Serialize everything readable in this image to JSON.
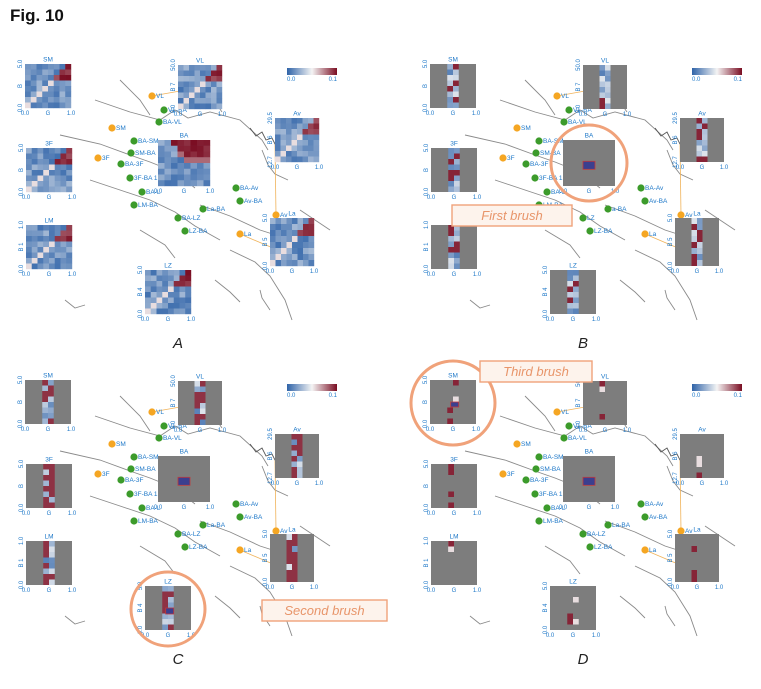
{
  "figure": {
    "title": "Fig. 10"
  },
  "legend": {
    "min": "0.0",
    "max": "0.1"
  },
  "axis": {
    "x_min": "0.0",
    "x_mid": "G",
    "x_max": "1.0"
  },
  "brushes": {
    "first": "First brush",
    "second": "Second brush",
    "third": "Third brush"
  },
  "panels": [
    {
      "id": "A",
      "label": "A",
      "matrices": [
        {
          "id": "SM",
          "label": "SM",
          "y": [
            "0.0",
            "B",
            "5.0"
          ]
        },
        {
          "id": "VL",
          "label": "VL",
          "y": [
            "0.0",
            "B 7",
            "50.0"
          ]
        },
        {
          "id": "3F",
          "label": "3F",
          "y": [
            "0.0",
            "B",
            "5.0"
          ]
        },
        {
          "id": "BA",
          "label": "BA",
          "y": [
            "",
            "",
            ""
          ]
        },
        {
          "id": "Av",
          "label": "Av",
          "y": [
            "12.7",
            "B 6",
            "29.5"
          ]
        },
        {
          "id": "La",
          "label": "La",
          "y": [
            "0.0",
            "B 5",
            "5.0"
          ]
        },
        {
          "id": "LM",
          "label": "LM",
          "y": [
            "0.0",
            "B 1",
            "1.0"
          ]
        },
        {
          "id": "LZ",
          "label": "LZ",
          "y": [
            "0.0",
            "B 4",
            "5.0"
          ]
        }
      ],
      "nodes": [
        {
          "id": "VL",
          "label": "VL"
        },
        {
          "id": "VL-BA",
          "label": "VL-BA"
        },
        {
          "id": "BA-VL",
          "label": "BA-VL"
        },
        {
          "id": "SM",
          "label": "SM"
        },
        {
          "id": "BA-SM",
          "label": "BA-SM"
        },
        {
          "id": "SM-BA",
          "label": "SM-BA"
        },
        {
          "id": "3F",
          "label": "3F"
        },
        {
          "id": "BA-3F",
          "label": "BA-3F"
        },
        {
          "id": "3F-BA",
          "label": "3F-BA 1"
        },
        {
          "id": "BA-LM",
          "label": "BA-L"
        },
        {
          "id": "LM-BA",
          "label": "LM-BA"
        },
        {
          "id": "BA-LZ",
          "label": "BA-LZ"
        },
        {
          "id": "LZ-BA",
          "label": "LZ-BA"
        },
        {
          "id": "La-BA",
          "label": "La-BA"
        },
        {
          "id": "La",
          "label": "La"
        },
        {
          "id": "BA-Av",
          "label": "BA-Av"
        },
        {
          "id": "Av-BA",
          "label": "Av-BA"
        },
        {
          "id": "Av",
          "label": "Av"
        }
      ]
    },
    {
      "id": "B",
      "label": "B",
      "matrices": [
        {
          "id": "SM",
          "label": "SM",
          "y": [
            "0.0",
            "B",
            "5.0"
          ]
        },
        {
          "id": "VL",
          "label": "VL",
          "y": [
            "0.0",
            "B 7",
            "50.0"
          ]
        },
        {
          "id": "3F",
          "label": "3F",
          "y": [
            "0.0",
            "B",
            "5.0"
          ]
        },
        {
          "id": "BA",
          "label": "BA",
          "y": [
            "",
            "",
            ""
          ]
        },
        {
          "id": "Av",
          "label": "Av",
          "y": [
            "12.7",
            "B 6",
            "29.5"
          ]
        },
        {
          "id": "La",
          "label": "La",
          "y": [
            "0.0",
            "B 5",
            "5.0"
          ]
        },
        {
          "id": "LM",
          "label": "",
          "y": [
            "0.0",
            "B 1",
            "1.0"
          ]
        },
        {
          "id": "LZ",
          "label": "LZ",
          "y": [
            "0.0",
            "B 4",
            "5.0"
          ]
        }
      ],
      "nodes": [
        {
          "id": "VL",
          "label": "VL"
        },
        {
          "id": "VL-BA",
          "label": "VL-BA"
        },
        {
          "id": "BA-VL",
          "label": "BA-VL"
        },
        {
          "id": "SM",
          "label": "SM"
        },
        {
          "id": "BA-SM",
          "label": "BA-SM"
        },
        {
          "id": "SM-BA",
          "label": "SM-BA"
        },
        {
          "id": "3F",
          "label": "3F"
        },
        {
          "id": "BA-3F",
          "label": "BA-3F"
        },
        {
          "id": "3F-BA",
          "label": "3F-BA 1"
        },
        {
          "id": "BA-LM",
          "label": "BA-L"
        },
        {
          "id": "LM-BA",
          "label": "LM-BA"
        },
        {
          "id": "BA-LZ",
          "label": "LZ"
        },
        {
          "id": "LZ-BA",
          "label": "LZ-BA"
        },
        {
          "id": "La-BA",
          "label": "a-BA"
        },
        {
          "id": "La",
          "label": "La"
        },
        {
          "id": "BA-Av",
          "label": "BA-Av"
        },
        {
          "id": "Av-BA",
          "label": "Av-BA"
        },
        {
          "id": "Av",
          "label": "Av"
        }
      ]
    },
    {
      "id": "C",
      "label": "C",
      "matrices": [
        {
          "id": "SM",
          "label": "SM",
          "y": [
            "0.0",
            "B",
            "5.0"
          ]
        },
        {
          "id": "VL",
          "label": "VL",
          "y": [
            "0.0",
            "B 7",
            "50.0"
          ]
        },
        {
          "id": "3F",
          "label": "3F",
          "y": [
            "0.0",
            "B",
            "5.0"
          ]
        },
        {
          "id": "BA",
          "label": "BA",
          "y": [
            "",
            "",
            ""
          ]
        },
        {
          "id": "Av",
          "label": "Av",
          "y": [
            "12.7",
            "B 6",
            "29.5"
          ]
        },
        {
          "id": "La",
          "label": "La",
          "y": [
            "0.0",
            "B 5",
            "5.0"
          ]
        },
        {
          "id": "LM",
          "label": "LM",
          "y": [
            "0.0",
            "B 1",
            "1.0"
          ]
        },
        {
          "id": "LZ",
          "label": "LZ",
          "y": [
            "0.0",
            "B 4",
            "5.0"
          ]
        }
      ],
      "nodes": [
        {
          "id": "VL",
          "label": "VL"
        },
        {
          "id": "VL-BA",
          "label": "VL-BA"
        },
        {
          "id": "BA-VL",
          "label": "BA-VL"
        },
        {
          "id": "SM",
          "label": "SM"
        },
        {
          "id": "BA-SM",
          "label": "BA-SM"
        },
        {
          "id": "SM-BA",
          "label": "SM-BA"
        },
        {
          "id": "3F",
          "label": "3F"
        },
        {
          "id": "BA-3F",
          "label": "BA-3F"
        },
        {
          "id": "3F-BA",
          "label": "3F-BA 1"
        },
        {
          "id": "BA-LM",
          "label": "BA-L"
        },
        {
          "id": "LM-BA",
          "label": "LM-BA"
        },
        {
          "id": "BA-LZ",
          "label": "BA-LZ"
        },
        {
          "id": "LZ-BA",
          "label": "LZ-BA"
        },
        {
          "id": "La-BA",
          "label": "La-BA"
        },
        {
          "id": "La",
          "label": "La"
        },
        {
          "id": "BA-Av",
          "label": "BA-Av"
        },
        {
          "id": "Av-BA",
          "label": "Av-BA"
        },
        {
          "id": "Av",
          "label": "Av"
        }
      ]
    },
    {
      "id": "D",
      "label": "D",
      "matrices": [
        {
          "id": "SM",
          "label": "SM",
          "y": [
            "0.0",
            "B",
            "5.0"
          ]
        },
        {
          "id": "VL",
          "label": "VL",
          "y": [
            "0.0",
            "B 7",
            "50.0"
          ]
        },
        {
          "id": "3F",
          "label": "3F",
          "y": [
            "0.0",
            "B",
            "5.0"
          ]
        },
        {
          "id": "BA",
          "label": "BA",
          "y": [
            "",
            "",
            ""
          ]
        },
        {
          "id": "Av",
          "label": "Av",
          "y": [
            "12.7",
            "B 6",
            "29.5"
          ]
        },
        {
          "id": "La",
          "label": "La",
          "y": [
            "0.0",
            "B 5",
            "5.0"
          ]
        },
        {
          "id": "LM",
          "label": "LM",
          "y": [
            "0.0",
            "B 1",
            "1.0"
          ]
        },
        {
          "id": "LZ",
          "label": "LZ",
          "y": [
            "0.0",
            "B 4",
            "5.0"
          ]
        }
      ],
      "nodes": [
        {
          "id": "VL",
          "label": "VL"
        },
        {
          "id": "VL-BA",
          "label": "VL-BA"
        },
        {
          "id": "BA-VL",
          "label": "BA-VL"
        },
        {
          "id": "SM",
          "label": "SM"
        },
        {
          "id": "BA-SM",
          "label": "BA-SM"
        },
        {
          "id": "SM-BA",
          "label": "SM-BA"
        },
        {
          "id": "3F",
          "label": "3F"
        },
        {
          "id": "BA-3F",
          "label": "BA-3F"
        },
        {
          "id": "3F-BA",
          "label": "3F-BA 1"
        },
        {
          "id": "BA-LM",
          "label": "BA-L"
        },
        {
          "id": "LM-BA",
          "label": "LM-BA"
        },
        {
          "id": "BA-LZ",
          "label": "BA-LZ"
        },
        {
          "id": "LZ-BA",
          "label": "LZ-BA"
        },
        {
          "id": "La-BA",
          "label": "La-BA"
        },
        {
          "id": "La",
          "label": "La"
        },
        {
          "id": "BA-Av",
          "label": "BA-Av"
        },
        {
          "id": "Av-BA",
          "label": "Av-BA"
        },
        {
          "id": "Av",
          "label": "Av"
        }
      ]
    }
  ],
  "colors": {
    "low": "#2f63a8",
    "mid": "#f4f4f4",
    "high": "#7a0d22",
    "mask": "#7d7d7d",
    "green_node": "#3c9b2b",
    "orange_node": "#f5a623",
    "brush": "#f0a27a"
  }
}
